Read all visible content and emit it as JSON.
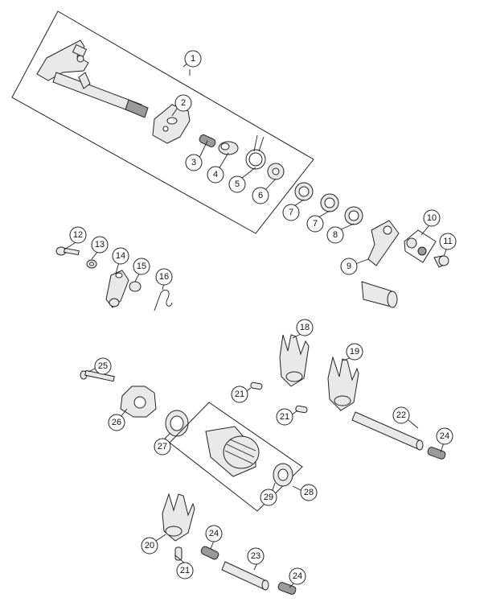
{
  "callouts": {
    "c1": "1",
    "c2": "2",
    "c3": "3",
    "c4": "4",
    "c5": "5",
    "c6": "6",
    "c7a": "7",
    "c7b": "7",
    "c8": "8",
    "c9": "9",
    "c10": "10",
    "c11": "11",
    "c12": "12",
    "c13": "13",
    "c14": "14",
    "c15": "15",
    "c16": "16",
    "c18": "18",
    "c19": "19",
    "c20": "20",
    "c21a": "21",
    "c21b": "21",
    "c21c": "21",
    "c22": "22",
    "c23": "23",
    "c24a": "24",
    "c24b": "24",
    "c24c": "24",
    "c25": "25",
    "c26": "26",
    "c27": "27",
    "c28": "28",
    "c29": "29"
  }
}
